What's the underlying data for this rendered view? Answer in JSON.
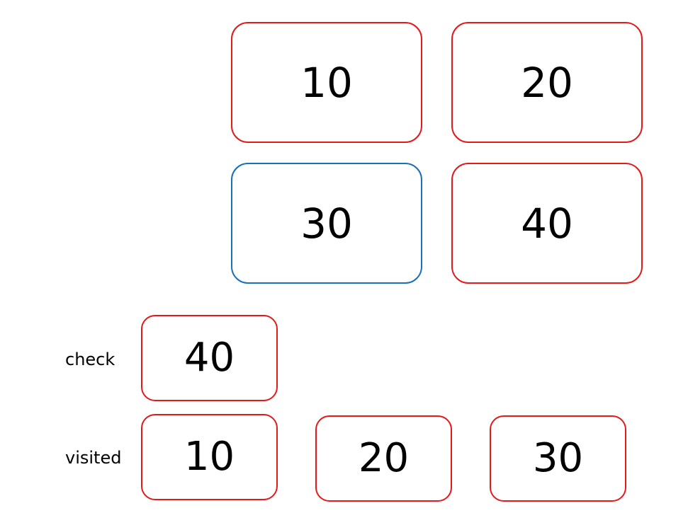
{
  "grid": {
    "cells": [
      {
        "label": "10",
        "active": false
      },
      {
        "label": "20",
        "active": false
      },
      {
        "label": "30",
        "active": true
      },
      {
        "label": "40",
        "active": false
      }
    ]
  },
  "check": {
    "label": "check",
    "items": [
      "40"
    ]
  },
  "visited": {
    "label": "visited",
    "items": [
      "10",
      "20",
      "30"
    ]
  },
  "colors": {
    "default_border": "#e31a1c",
    "active_border": "#1a6fb5",
    "text": "#000000",
    "background": "#ffffff"
  }
}
